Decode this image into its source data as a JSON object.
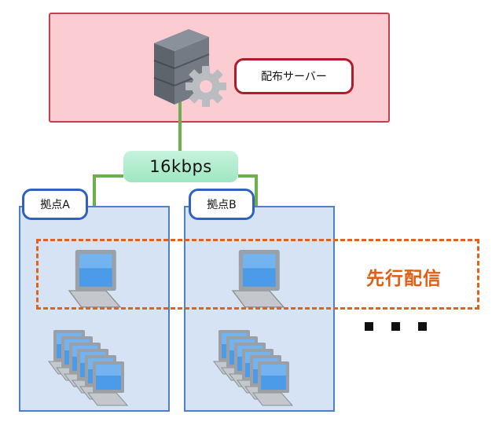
{
  "server": {
    "label": "配布サーバー",
    "icon": "server-icon"
  },
  "link": {
    "bandwidth": "16kbps",
    "color": "#6ab04c"
  },
  "sites": [
    {
      "label": "拠点A"
    },
    {
      "label": "拠点B"
    }
  ],
  "advance_delivery": {
    "label": "先行配信",
    "color": "#e25c12"
  },
  "colors": {
    "server_zone": "#fbcdd3",
    "site_zone": "#d6e3f4",
    "bandwidth_box": "#b2ecd0"
  }
}
